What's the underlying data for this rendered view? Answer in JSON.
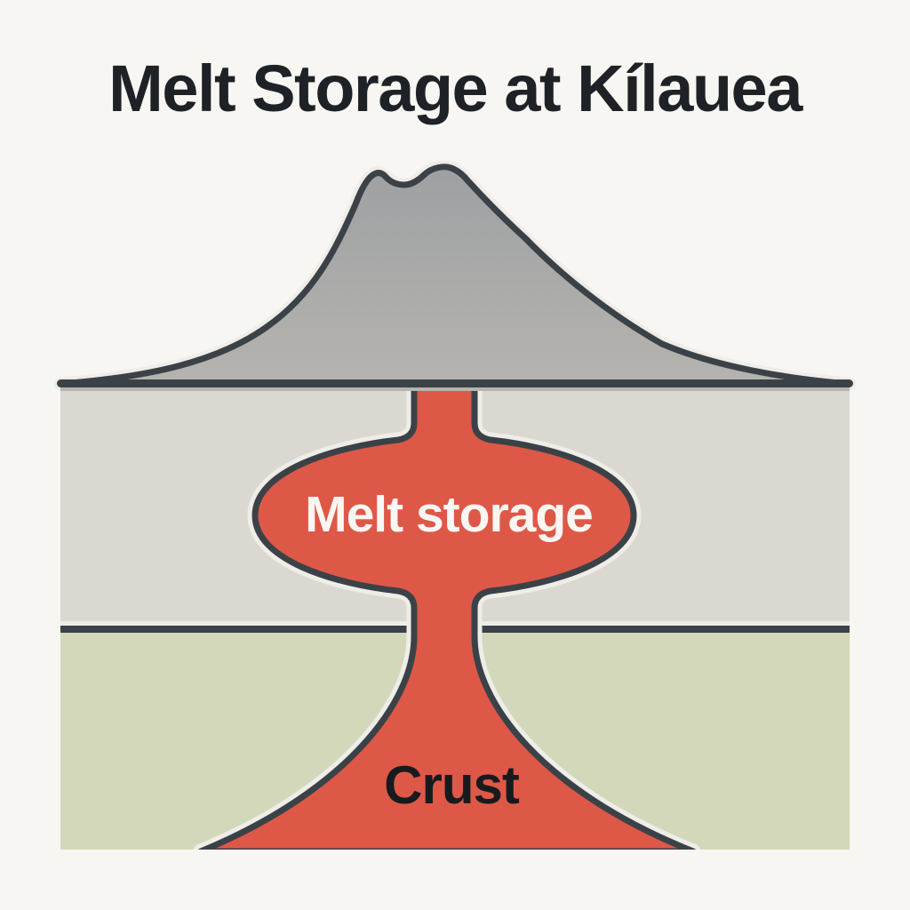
{
  "title": "Melt Storage at Kílauea",
  "diagram": {
    "labels": {
      "melt_storage": "Melt storage",
      "crust": "Crust"
    }
  },
  "colors": {
    "background": "#f8f6f2",
    "title_text": "#1e2226",
    "outline_dark": "#3b4247",
    "volcano_gray_top": "#9da0a2",
    "volcano_gray_bottom": "#b6b4b0",
    "upper_crust_gray": "#dbd8d2",
    "lower_crust_green": "#d3d8ba",
    "magma_red": "#de5848",
    "halo_light": "#efede8",
    "melt_label_text": "#faf7f3",
    "crust_label_text": "#181b1e"
  }
}
